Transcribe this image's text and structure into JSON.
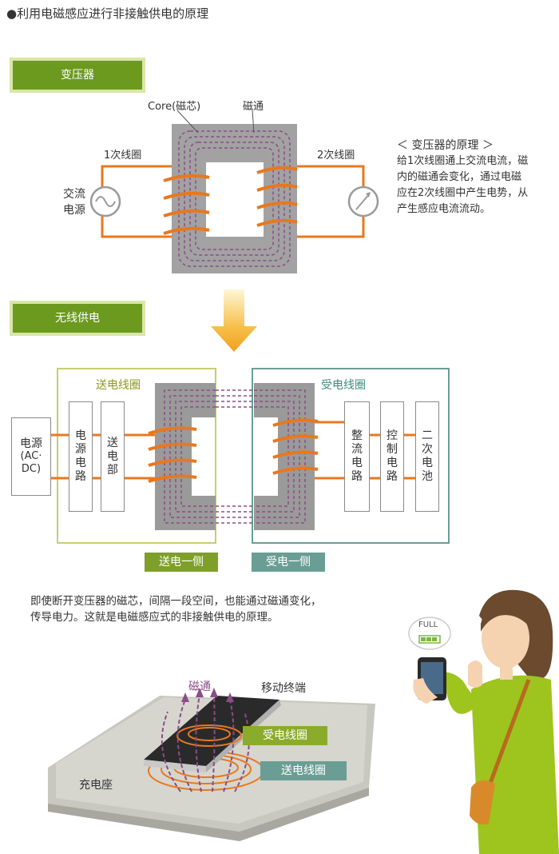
{
  "title": "●利用电磁感应进行非接触供电的原理",
  "transformer": {
    "button_label": "变压器",
    "core_label": "Core(磁芯)",
    "flux_label": "磁通",
    "primary_coil": "1次线圈",
    "secondary_coil": "2次线圈",
    "ac_source_line1": "交流",
    "ac_source_line2": "电源",
    "principle_title": "＜ 变压器的原理 ＞",
    "principle_lines": [
      "给1次线圈通上交流电流，磁",
      "内的磁通会变化，通过电磁",
      "应在2次线圈中产生电势，从",
      "产生感应电流流动。"
    ]
  },
  "wireless": {
    "button_label": "无线供电",
    "send_coil_title": "送电线圈",
    "recv_coil_title": "受电线圈",
    "power_source": [
      "电源",
      "(AC·",
      "DC)"
    ],
    "power_circuit": "电源电路",
    "send_part": "送电部",
    "rectifier": "整流电路",
    "control": "控制电路",
    "battery": "二次电池",
    "send_side": "送电一侧",
    "recv_side": "受电一侧"
  },
  "summary_lines": [
    "即使断开变压器的磁芯，间隔一段空间，也能通过磁通变化，",
    "传导电力。这就是电磁感应式的非接触供电的原理。"
  ],
  "illustration": {
    "flux": "磁通",
    "mobile": "移动终端",
    "recv_coil": "受电线圈",
    "send_coil": "送电线圈",
    "charger": "充电座",
    "battery_status": "FULL"
  },
  "colors": {
    "green_dark": "#6b9a1e",
    "green_light": "#d9e6a8",
    "teal": "#6a9e94",
    "orange": "#e8781e",
    "core_gray": "#9a9a9a",
    "flux_purple": "#8a4e86"
  }
}
